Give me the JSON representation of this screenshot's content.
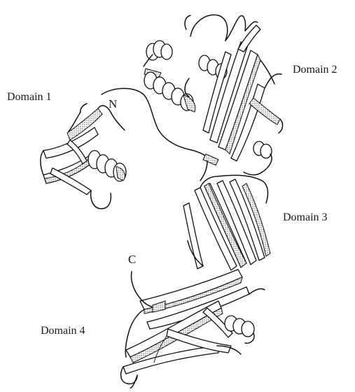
{
  "labels": {
    "domain1": "Domain 1",
    "domain2": "Domain 2",
    "domain3": "Domain 3",
    "domain4": "Domain 4",
    "n_terminus": "N",
    "c_terminus": "C"
  },
  "colors": {
    "background": "#ffffff",
    "line": "#111111",
    "shading": "#9a9a9a"
  }
}
